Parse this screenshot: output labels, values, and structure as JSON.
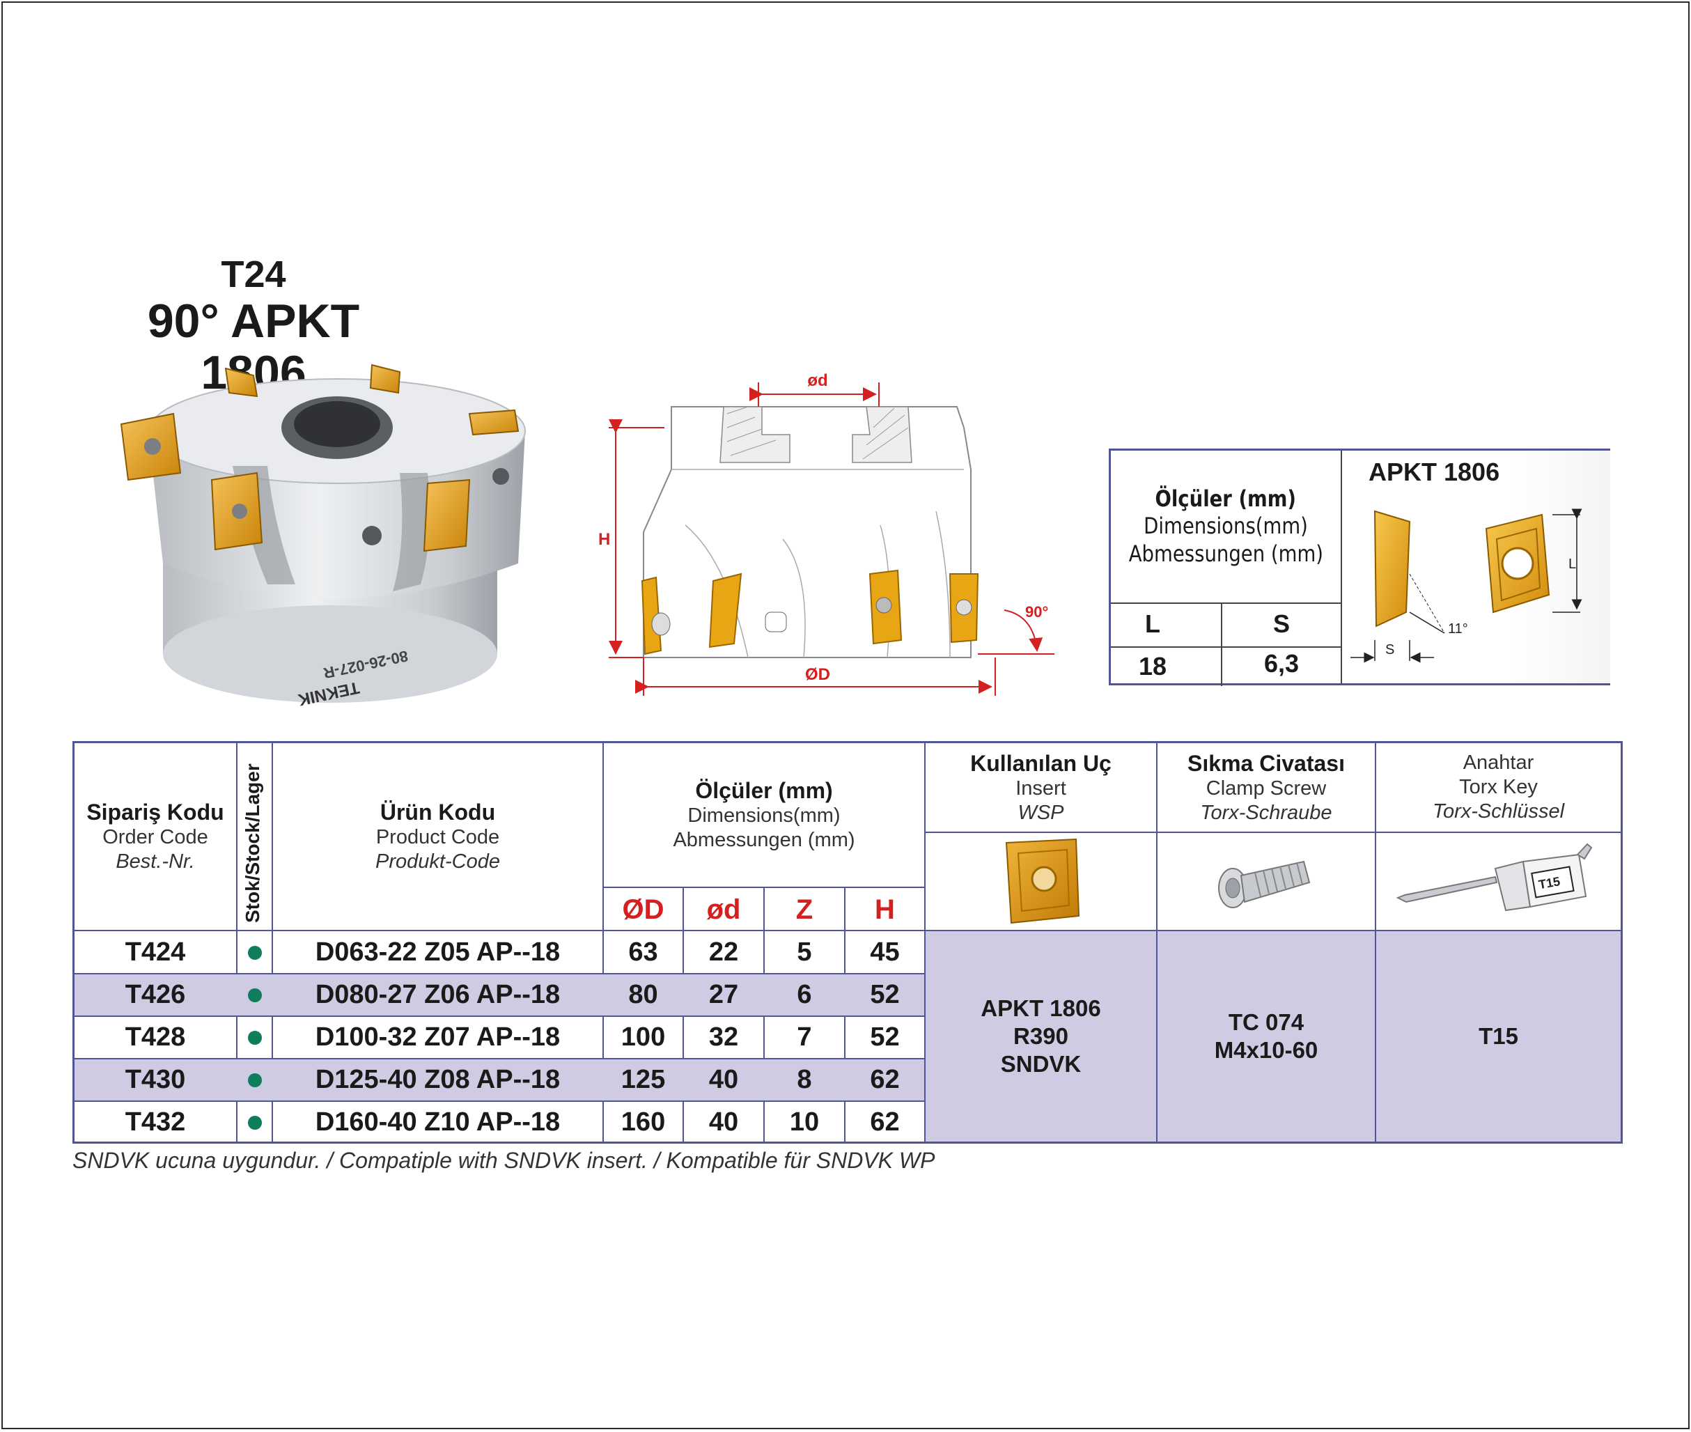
{
  "title": {
    "line1": "T24",
    "line2": "90° APKT 1806"
  },
  "drawing_labels": {
    "bore": "ød",
    "height": "H",
    "diameter": "ØD",
    "angle": "90°"
  },
  "cutter_engraving": {
    "brand": "TEKNIK",
    "code": "80-26-027-R"
  },
  "spec": {
    "header_bold": "Ölçüler (mm)",
    "header_en": "Dimensions(mm)",
    "header_de": "Abmessungen (mm)",
    "col_l": "L",
    "col_s": "S",
    "val_l": "18",
    "val_s": "6,3",
    "insert_name": "APKT 1806",
    "dim_l": "L",
    "dim_s": "S",
    "angle": "11°"
  },
  "table": {
    "headers": {
      "order_code": {
        "tr": "Sipariş Kodu",
        "en": "Order Code",
        "de": "Best.-Nr."
      },
      "stock": "Stok/Stock/Lager",
      "product_code": {
        "tr": "Ürün Kodu",
        "en": "Product Code",
        "de": "Produkt-Code"
      },
      "dimensions": {
        "tr": "Ölçüler (mm)",
        "en": "Dimensions(mm)",
        "de": "Abmessungen (mm)"
      },
      "insert": {
        "tr": "Kullanılan Uç",
        "en": "Insert",
        "de": "WSP"
      },
      "clamp_screw": {
        "tr": "Sıkma Civatası",
        "en": "Clamp Screw",
        "de": "Torx-Schraube"
      },
      "torx_key": {
        "tr": "Anahtar",
        "en": "Torx Key",
        "de": "Torx-Schlüssel"
      },
      "dim_cols": [
        "ØD",
        "ød",
        "Z",
        "H"
      ]
    },
    "key_label": "T15",
    "rows": [
      {
        "order": "T424",
        "product": "D063-22 Z05 AP--18",
        "D": "63",
        "d": "22",
        "Z": "5",
        "H": "45"
      },
      {
        "order": "T426",
        "product": "D080-27 Z06 AP--18",
        "D": "80",
        "d": "27",
        "Z": "6",
        "H": "52"
      },
      {
        "order": "T428",
        "product": "D100-32 Z07 AP--18",
        "D": "100",
        "d": "32",
        "Z": "7",
        "H": "52"
      },
      {
        "order": "T430",
        "product": "D125-40 Z08 AP--18",
        "D": "125",
        "d": "40",
        "Z": "8",
        "H": "62"
      },
      {
        "order": "T432",
        "product": "D160-40 Z10 AP--18",
        "D": "160",
        "d": "40",
        "Z": "10",
        "H": "62"
      }
    ],
    "insert_value": {
      "l1": "APKT 1806",
      "l2": "R390",
      "l3": "SNDVK"
    },
    "screw_value": {
      "l1": "TC 074",
      "l2": "M4x10-60"
    },
    "key_value": "T15"
  },
  "footnote": "SNDVK ucuna uygundur. / Compatiple with SNDVK insert. / Kompatible für SNDVK WP",
  "colors": {
    "accent": "#4f5597",
    "shade": "#cecbe2",
    "red": "#d42020",
    "stock_dot": "#0d7d5c",
    "insert_gold": "#e8a514"
  }
}
